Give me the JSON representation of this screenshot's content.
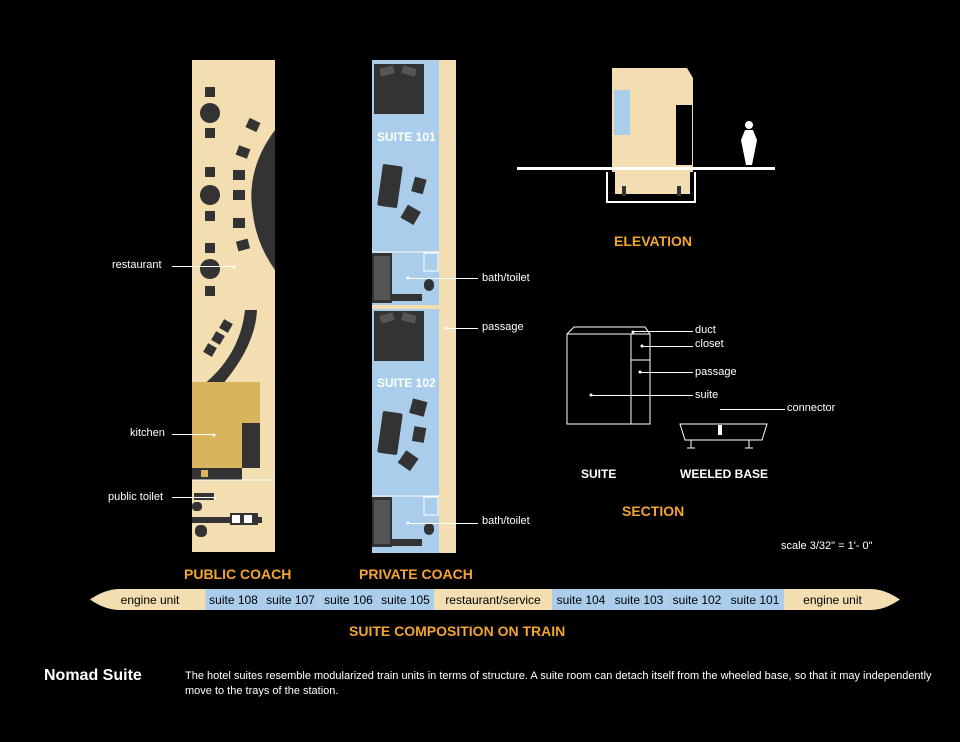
{
  "colors": {
    "beige": "#f2deb1",
    "blue": "#a9cdea",
    "dark": "#333333",
    "kitchen": "#d8b45c",
    "orange": "#f2a531"
  },
  "public_coach": {
    "title": "PUBLIC COACH",
    "labels": {
      "restaurant": "restaurant",
      "kitchen": "kitchen",
      "public_toilet": "public toilet"
    }
  },
  "private_coach": {
    "title": "PRIVATE COACH",
    "suite_a": "SUITE 101",
    "suite_b": "SUITE 102",
    "labels": {
      "bath_a": "bath/toilet",
      "passage": "passage",
      "bath_b": "bath/toilet"
    }
  },
  "elevation": {
    "title": "ELEVATION",
    "icons": [
      "person-icon"
    ]
  },
  "section": {
    "title": "SECTION",
    "labels": {
      "duct": "duct",
      "closet": "closet",
      "passage": "passage",
      "suite": "suite",
      "connector": "connector",
      "suite_caption": "SUITE",
      "base_caption": "WEELED BASE"
    }
  },
  "scale": "scale 3/32\" = 1'- 0\"",
  "train": {
    "title": "SUITE COMPOSITION ON TRAIN",
    "segments": [
      "engine unit",
      "suite 108",
      "suite 107",
      "suite 106",
      "suite 105",
      "restaurant/service",
      "suite 104",
      "suite 103",
      "suite 102",
      "suite 101",
      "engine unit"
    ]
  },
  "footer": {
    "title": "Nomad Suite",
    "description": "The hotel suites resemble modularized train units in terms of structure. A suite room can detach itself from the wheeled base, so that it may independently move to the trays of the station."
  }
}
